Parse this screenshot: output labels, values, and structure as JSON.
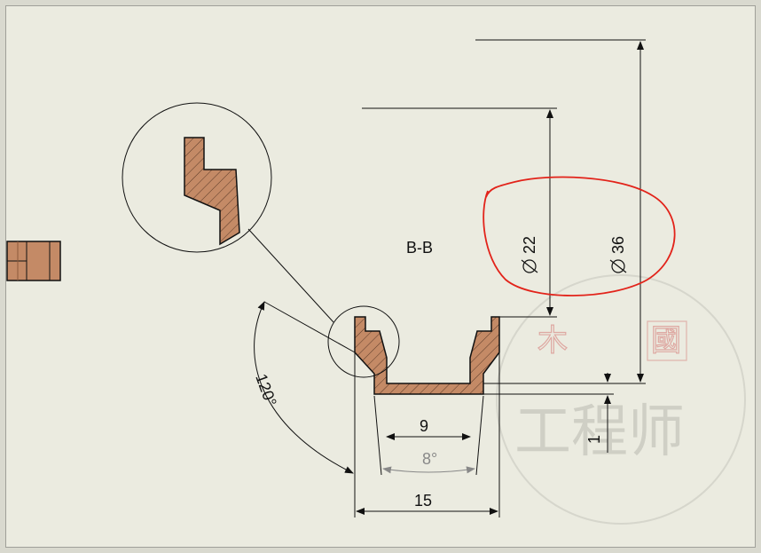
{
  "section_label": "B-B",
  "dimensions": {
    "dia_inner": "22",
    "dia_outer": "36",
    "width_bottom": "9",
    "angle_small": "8°",
    "width_overall": "15",
    "height_step": "1",
    "angle_large": "120°"
  },
  "watermark": {
    "seal_chars": [
      "木",
      "國"
    ],
    "text": "工程师"
  },
  "colors": {
    "section_fill": "#c48a66",
    "hatch": "#5a3a28",
    "annotation_red": "#e2231a",
    "line": "#111111"
  }
}
